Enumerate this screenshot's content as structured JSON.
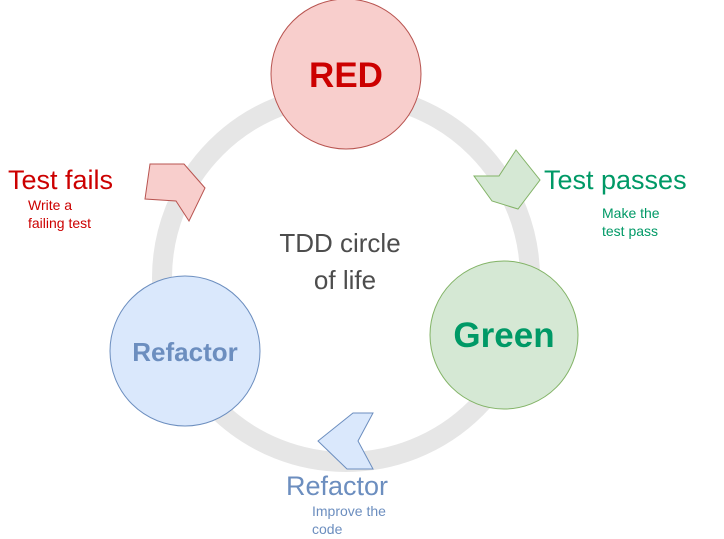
{
  "center": {
    "line1": "TDD circle",
    "line2": "of life"
  },
  "nodes": {
    "red": {
      "label": "RED"
    },
    "green": {
      "label": "Green"
    },
    "refactor": {
      "label": "Refactor"
    }
  },
  "transitions": {
    "test_fails": {
      "title": "Test fails",
      "desc_line1": "Write a",
      "desc_line2": "failing test"
    },
    "test_passes": {
      "title": "Test passes",
      "desc_line1": "Make the",
      "desc_line2": "test pass"
    },
    "refactor": {
      "title": "Refactor",
      "desc_line1": "Improve the",
      "desc_line2": "code"
    }
  },
  "colors": {
    "ring": "#e6e6e6",
    "red_fill": "#f8cecc",
    "red_stroke": "#b85450",
    "red_text": "#cc0000",
    "green_fill": "#d5e8d4",
    "green_stroke": "#82b366",
    "green_text": "#009966",
    "blue_fill": "#dae8fc",
    "blue_stroke": "#6c8ebf",
    "blue_text": "#6c8ebf",
    "center_text": "#4d4d4d"
  }
}
